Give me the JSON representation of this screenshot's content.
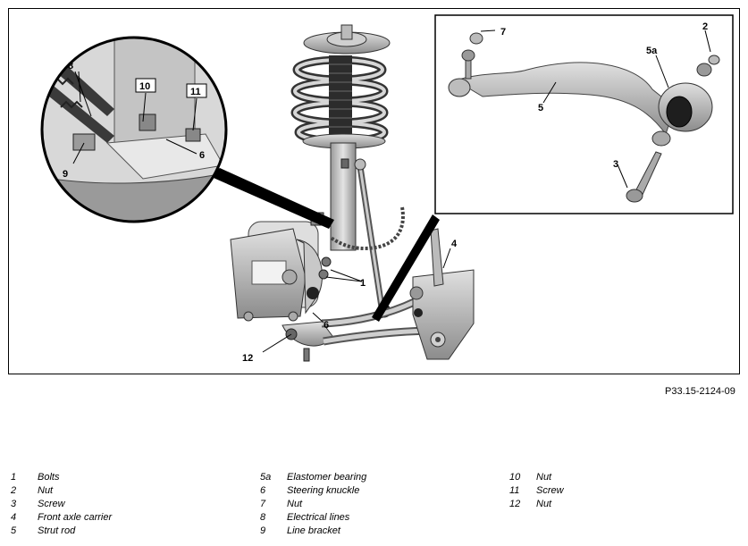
{
  "figure_code": "P33.15-2124-09",
  "callouts": {
    "c1": "1",
    "c2": "2",
    "c3": "3",
    "c4": "4",
    "c5": "5",
    "c5a": "5a",
    "c6a": "6",
    "c6b": "6",
    "c7": "7",
    "c8": "8",
    "c9": "9",
    "c10": "10",
    "c11": "11",
    "c12": "12"
  },
  "legend": {
    "col1": [
      {
        "num": "1",
        "text": "Bolts"
      },
      {
        "num": "2",
        "text": "Nut"
      },
      {
        "num": "3",
        "text": "Screw"
      },
      {
        "num": "4",
        "text": "Front axle carrier"
      },
      {
        "num": "5",
        "text": "Strut rod"
      }
    ],
    "col2": [
      {
        "num": "5a",
        "text": "Elastomer bearing"
      },
      {
        "num": "6",
        "text": "Steering knuckle"
      },
      {
        "num": "7",
        "text": "Nut"
      },
      {
        "num": "8",
        "text": "Electrical lines"
      },
      {
        "num": "9",
        "text": "Line bracket"
      }
    ],
    "col3": [
      {
        "num": "10",
        "text": "Nut"
      },
      {
        "num": "11",
        "text": "Screw"
      },
      {
        "num": "12",
        "text": "Nut"
      }
    ]
  }
}
